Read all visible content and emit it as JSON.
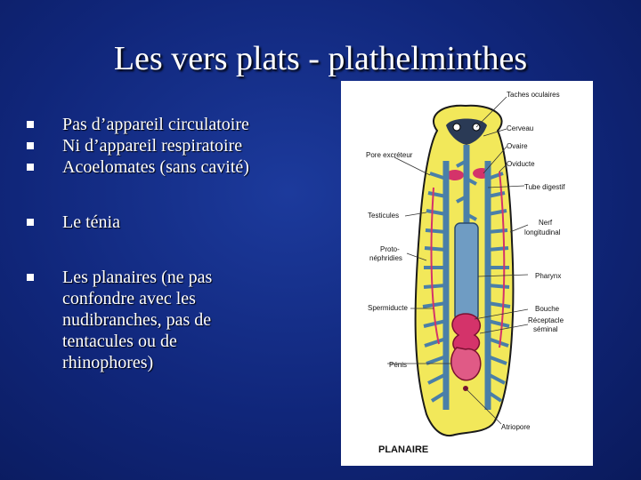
{
  "slide": {
    "title": "Les vers plats - plathelminthes",
    "bullets": [
      "Pas d’appareil circulatoire",
      "Ni d’appareil respiratoire",
      "Acoelomates (sans cavité)",
      "Le ténia",
      "Les planaires (ne pas confondre avec les nudibranches, pas de tentacules ou de rhinophores)"
    ]
  },
  "figure": {
    "caption": "PLANAIRE",
    "labels": {
      "taches_oculaires": "Taches oculaires",
      "cerveau": "Cerveau",
      "ovaire": "Ovaire",
      "oviducte": "Oviducte",
      "tube_digestif": "Tube digestif",
      "pore_excreteur": "Pore excréteur",
      "testicules": "Testicules",
      "proto_1": "Proto-",
      "proto_2": "néphridies",
      "nerf_1": "Nerf",
      "nerf_2": "longitudinal",
      "pharynx": "Pharynx",
      "spermiducte": "Spermiducte",
      "bouche": "Bouche",
      "receptacle_1": "Réceptacle",
      "receptacle_2": "séminal",
      "penis": "Pénis",
      "atriopore": "Atriopore"
    },
    "colors": {
      "body": "#f2e85a",
      "gut": "#4a7fa8",
      "reproductive": "#d4336a",
      "outline": "#1a1a1a"
    }
  }
}
